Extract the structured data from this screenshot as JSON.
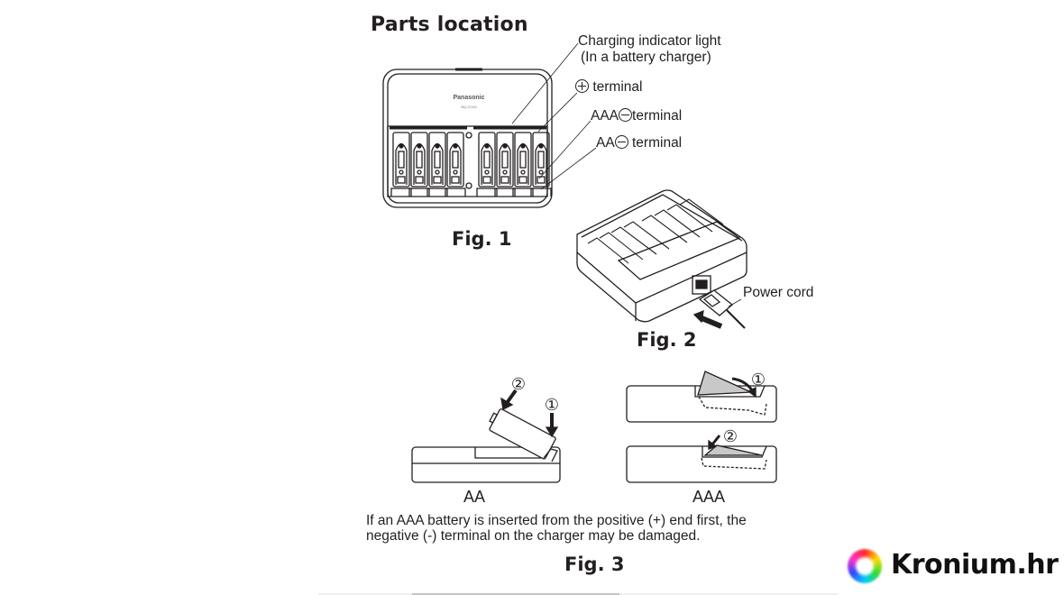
{
  "document": {
    "title": "Parts location",
    "fig1": {
      "caption": "Fig. 1",
      "brand": "Panasonic",
      "model": "BQ-CC63",
      "labels": {
        "indicator_line1": "Charging indicator light",
        "indicator_line2": "(In a battery charger)",
        "plus_terminal": "terminal",
        "aaa_prefix": "AAA",
        "aaa_terminal": "terminal",
        "aa_prefix": "AA",
        "aa_terminal": "terminal"
      }
    },
    "fig2": {
      "caption": "Fig. 2",
      "power_cord_label": "Power cord"
    },
    "fig3": {
      "caption": "Fig. 3",
      "aa_label": "AA",
      "aaa_label": "AAA",
      "step1": "①",
      "step2": "②",
      "note_line1": "If an AAA battery is inserted from the positive (+) end first, the",
      "note_line2": "negative (-) terminal on the charger may be damaged."
    }
  },
  "watermark": {
    "text": "Kronium.hr"
  },
  "colors": {
    "ink": "#231f20",
    "gray_fill": "#c8c8c8"
  }
}
